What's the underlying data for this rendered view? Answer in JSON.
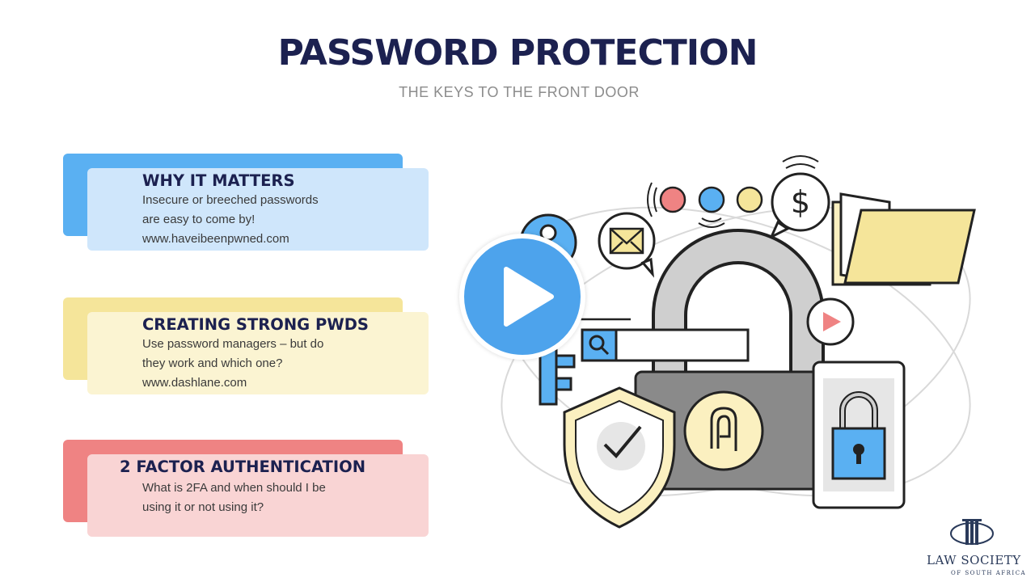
{
  "header": {
    "title": "PASSWORD PROTECTION",
    "subtitle": "THE KEYS TO THE FRONT DOOR"
  },
  "cards": [
    {
      "heading": "WHY IT MATTERS",
      "lines": [
        "Insecure or breeched passwords",
        "are easy to come by!",
        "www.haveibeenpwned.com"
      ],
      "colors": {
        "back": "#5ab0f2",
        "front": "#cfe6fb"
      }
    },
    {
      "heading": "CREATING STRONG PWDS",
      "lines": [
        "Use password managers – but do",
        "they work and which one?",
        "www.dashlane.com"
      ],
      "colors": {
        "back": "#f5e59a",
        "front": "#fbf4d2"
      }
    },
    {
      "heading": "2 FACTOR AUTHENTICATION",
      "lines": [
        "What is 2FA and when should I be",
        "using it or not using it?"
      ],
      "colors": {
        "back": "#ef8383",
        "front": "#f9d4d4"
      }
    }
  ],
  "illustration": {
    "dollar_symbol": "$",
    "icons": [
      "padlock-icon",
      "key-icon",
      "shield-check-icon",
      "envelope-icon",
      "dollar-bubble-icon",
      "folder-icon",
      "search-bar-icon",
      "phone-lock-icon",
      "play-bubble-icon",
      "fingerprint-icon"
    ]
  },
  "video": {
    "play_icon": "play-icon",
    "accent": "#4da3ec"
  },
  "logo": {
    "name": "LAW SOCIETY",
    "sub": "OF SOUTH AFRICA"
  }
}
